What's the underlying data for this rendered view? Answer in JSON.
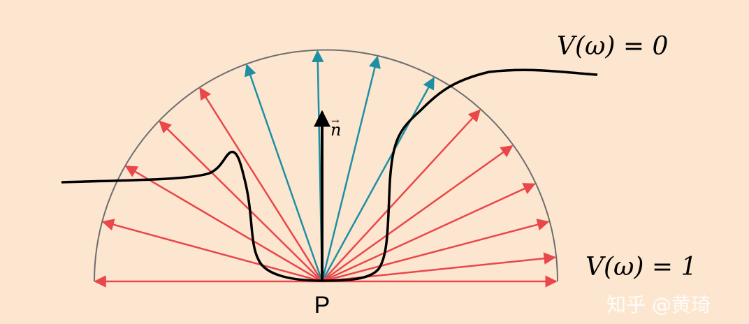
{
  "labels": {
    "point": "P",
    "normal": "n",
    "visibility_zero": "V(ω) = 0",
    "visibility_one": "V(ω) = 1"
  },
  "watermark": "知乎 @黄琦",
  "colors": {
    "background": "#fce6d0",
    "hemisphere": "#6e6e6e",
    "visible_ray": "#e9474a",
    "occluded_ray": "#1e8fa3",
    "normal": "#000000",
    "occluder": "#000000"
  }
}
